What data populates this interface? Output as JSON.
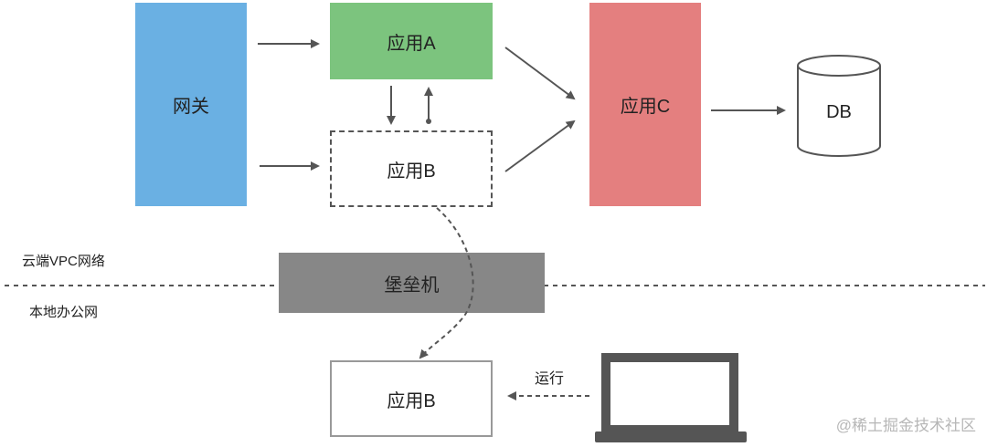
{
  "nodes": {
    "gateway": "网关",
    "app_a": "应用A",
    "app_b_cloud": "应用B",
    "app_c": "应用C",
    "db": "DB",
    "bastion": "堡垒机",
    "app_b_local": "应用B"
  },
  "zones": {
    "cloud": "云端VPC网络",
    "office": "本地办公网"
  },
  "edges": {
    "run_label": "运行"
  },
  "watermark": "@稀土掘金技术社区",
  "colors": {
    "gateway": "#6ab0e3",
    "app_a": "#7cc47e",
    "app_c": "#e47f7f",
    "bastion": "#878787",
    "arrow": "#555555"
  }
}
